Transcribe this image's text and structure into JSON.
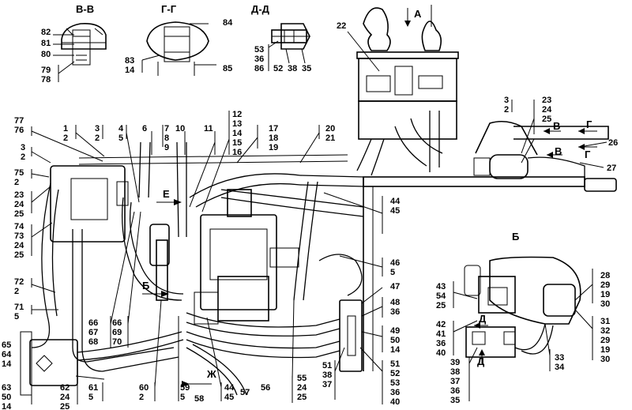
{
  "sections": {
    "vv": "В-В",
    "gg": "Г-Г",
    "dd": "Д-Д",
    "arrow_a": "А",
    "label_b": "Б",
    "label_e": "Е",
    "label_zh": "Ж",
    "label_v1": "В",
    "label_v2": "В",
    "label_g1": "Г",
    "label_g2": "Г",
    "label_d1": "Д",
    "label_d2": "Д"
  },
  "callouts": {
    "vv_top": [
      "82",
      "81",
      "80"
    ],
    "vv_bot": [
      "79",
      "78"
    ],
    "gg_right": [
      "84",
      "85"
    ],
    "gg_left": [
      "83",
      "14"
    ],
    "dd_left": [
      "53",
      "36",
      "86"
    ],
    "dd_bot": [
      "52",
      "38",
      "35"
    ],
    "c22": "22",
    "t77": [
      "77",
      "76"
    ],
    "t1": [
      "1",
      "2"
    ],
    "t3": [
      "3",
      "2"
    ],
    "t4": [
      "4",
      "5"
    ],
    "t6": "6",
    "t7": [
      "7",
      "8",
      "9"
    ],
    "t10": "10",
    "t11": "11",
    "t12": [
      "12",
      "13",
      "14",
      "15",
      "16"
    ],
    "t17": [
      "17",
      "18",
      "19"
    ],
    "t20": [
      "20",
      "21"
    ],
    "r3": [
      "3",
      "2"
    ],
    "r23": [
      "23",
      "24",
      "25"
    ],
    "c26": "26",
    "c27": "27",
    "l3": [
      "3",
      "2"
    ],
    "l75": [
      "75",
      "2"
    ],
    "l23": [
      "23",
      "24",
      "25"
    ],
    "l74": [
      "74",
      "73",
      "24",
      "25"
    ],
    "l72": [
      "72",
      "2"
    ],
    "l71": [
      "71",
      "5"
    ],
    "c44": [
      "44",
      "45"
    ],
    "c46": [
      "46",
      "5"
    ],
    "c47": "47",
    "c48": [
      "48",
      "36"
    ],
    "c49": [
      "49",
      "50",
      "14"
    ],
    "c51": [
      "51",
      "52",
      "53",
      "36",
      "40"
    ],
    "b66a": [
      "66",
      "67",
      "68"
    ],
    "b66b": [
      "66",
      "69",
      "70"
    ],
    "b65": [
      "65",
      "64",
      "14"
    ],
    "b63": [
      "63",
      "50",
      "14"
    ],
    "b62": [
      "62",
      "24",
      "25"
    ],
    "b61": [
      "61",
      "5"
    ],
    "b60": [
      "60",
      "2"
    ],
    "b59": [
      "59",
      "5"
    ],
    "b58": "58",
    "b44": [
      "44",
      "45"
    ],
    "b57": "57",
    "b56": "56",
    "b55": [
      "55",
      "24",
      "25"
    ],
    "b51": [
      "51",
      "38",
      "37"
    ],
    "d43": [
      "43",
      "54",
      "25"
    ],
    "d42": [
      "42",
      "41",
      "36",
      "40"
    ],
    "d39": [
      "39",
      "38",
      "37",
      "36",
      "35"
    ],
    "d28": [
      "28",
      "29",
      "19",
      "30"
    ],
    "d31": [
      "31",
      "32",
      "29",
      "19",
      "30"
    ],
    "d33": [
      "33",
      "34"
    ]
  }
}
